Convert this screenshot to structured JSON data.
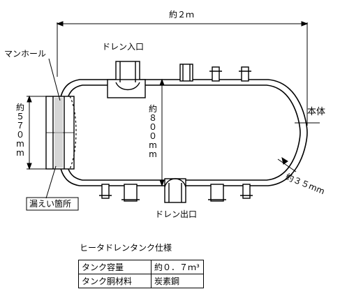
{
  "labels": {
    "length": "約２ｍ",
    "manhole": "マンホール",
    "drain_inlet": "ドレン入口",
    "body": "本体",
    "diameter": "約８００mm",
    "height": "約５７０mm",
    "leak_point": "漏えい箇所",
    "drain_outlet": "ドレン出口",
    "thickness": "約３５mm"
  },
  "spec": {
    "title": "ヒータドレンタンク仕様",
    "rows": [
      {
        "key": "タンク容量",
        "value": "約０．７ｍ³"
      },
      {
        "key": "タンク胴材料",
        "value": "炭素鋼"
      }
    ]
  }
}
